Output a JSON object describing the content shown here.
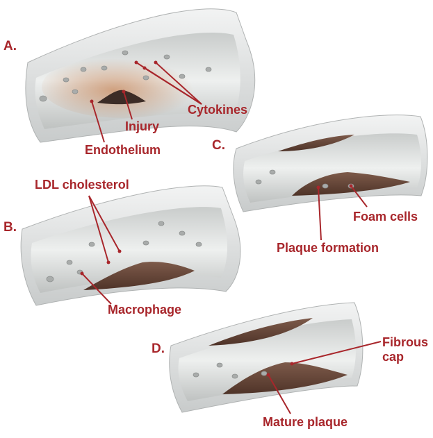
{
  "colors": {
    "label": "#a8262b",
    "vessel_wall": "#e4e6e6",
    "vessel_wall_shadow": "#b9bcbc",
    "lumen": "#d7d9d8",
    "plaque": "#6b4a3c",
    "inflammation": "#d8a27c"
  },
  "panels": {
    "a": {
      "letter": "A.",
      "labels": {
        "cytokines": "Cytokines",
        "injury": "Injury",
        "endothelium": "Endothelium"
      }
    },
    "b": {
      "letter": "B.",
      "labels": {
        "ldl": "LDL cholesterol",
        "macrophage": "Macrophage"
      }
    },
    "c": {
      "letter": "C.",
      "labels": {
        "foam_cells": "Foam cells",
        "plaque_formation": "Plaque formation"
      }
    },
    "d": {
      "letter": "D.",
      "labels": {
        "fibrous_cap_line1": "Fibrous",
        "fibrous_cap_line2": "cap",
        "mature_plaque": "Mature plaque"
      }
    }
  }
}
